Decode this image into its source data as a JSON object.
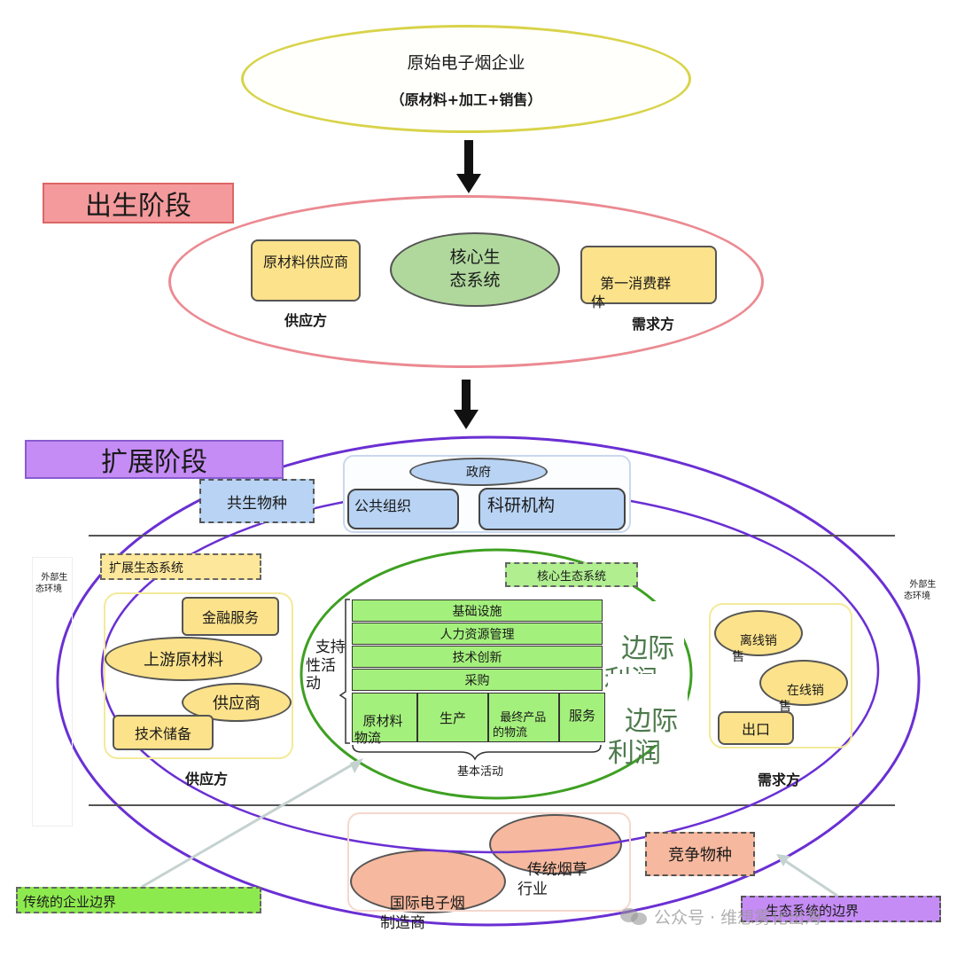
{
  "top": {
    "title": "原始电子烟企业",
    "subtitle": "（原材料+加工+销售）"
  },
  "birth": {
    "stage_label": "出生阶段",
    "supplier_box": "原材料供应商",
    "core": "核心生\n态系统",
    "demand_box": "第一消费群\n体",
    "supplier_label": "供应方",
    "demand_label": "需求方"
  },
  "expansion": {
    "stage_label": "扩展阶段",
    "symbiotic": "共生物种",
    "gov": "政府",
    "public_org": "公共组织",
    "research": "科研机构",
    "external_left": "外部生\n态环境",
    "external_right": "外部生\n态环境",
    "ext_ecosystem": "扩展生态系统",
    "core_ecosystem": "核心生态系统",
    "supply": {
      "finance": "金融服务",
      "upstream": "上游原材料",
      "supplier": "供应商",
      "tech_reserve": "技术储备",
      "label": "供应方"
    },
    "value_chain": {
      "support_label": "支持\n性活\n动",
      "rows": [
        "基础设施",
        "人力资源管理",
        "技术创新",
        "采购"
      ],
      "primary": [
        "原材料\n物流",
        "生产",
        "最终产品\n的物流",
        "服务"
      ],
      "basic_label": "基本活动",
      "margin_1": "边际\n利润",
      "margin_2": "边际\n利润"
    },
    "demand": {
      "offline": "离线销\n售",
      "online": "在线销\n售",
      "export": "出口",
      "label": "需求方"
    },
    "competitors": {
      "traditional": "传统烟草\n行业",
      "international": "国际电子烟\n制造商",
      "competing": "竞争物种"
    },
    "boundary_left": "传统的企业边界",
    "boundary_right": "生态系统的边界"
  },
  "watermark": "公众号 · 维想雾化出海",
  "colors": {
    "top_ellipse_border": "#d8d34a",
    "birth_ellipse_border": "#eb8a92",
    "birth_label_bg": "#f49a9c",
    "expansion_label_bg": "#c58cf5",
    "expansion_ellipse_border": "#6a2fd3",
    "core_green": "#a4f07c",
    "yellow": "#fce28a",
    "blue": "#b8d3f3",
    "salmon": "#f6b89e"
  }
}
